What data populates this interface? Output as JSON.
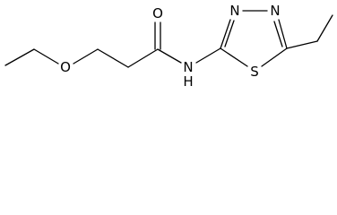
{
  "molecule": {
    "atoms": {
      "o_ether": "O",
      "o_carbonyl": "O",
      "n_amide": "N",
      "h_amide": "H",
      "n_ring_1": "N",
      "n_ring_2": "N",
      "s_ring": "S"
    }
  },
  "colors": {
    "bond": "#000000",
    "atom_label": "#000000",
    "background": "#ffffff"
  }
}
